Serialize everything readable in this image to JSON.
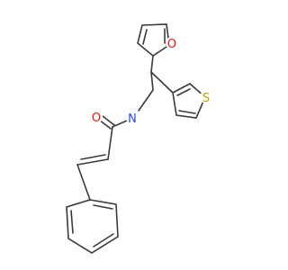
{
  "structure": {
    "atoms": [
      {
        "id": "O_carbonyl",
        "symbol": "O",
        "color": "#e8170e"
      },
      {
        "id": "N_amide",
        "symbol": "N",
        "color": "#2a47e6"
      },
      {
        "id": "O_furan",
        "symbol": "O",
        "color": "#e8170e"
      },
      {
        "id": "S_thiophene",
        "symbol": "S",
        "color": "#c8a000"
      }
    ],
    "bond_color": "#3a3a3a"
  }
}
